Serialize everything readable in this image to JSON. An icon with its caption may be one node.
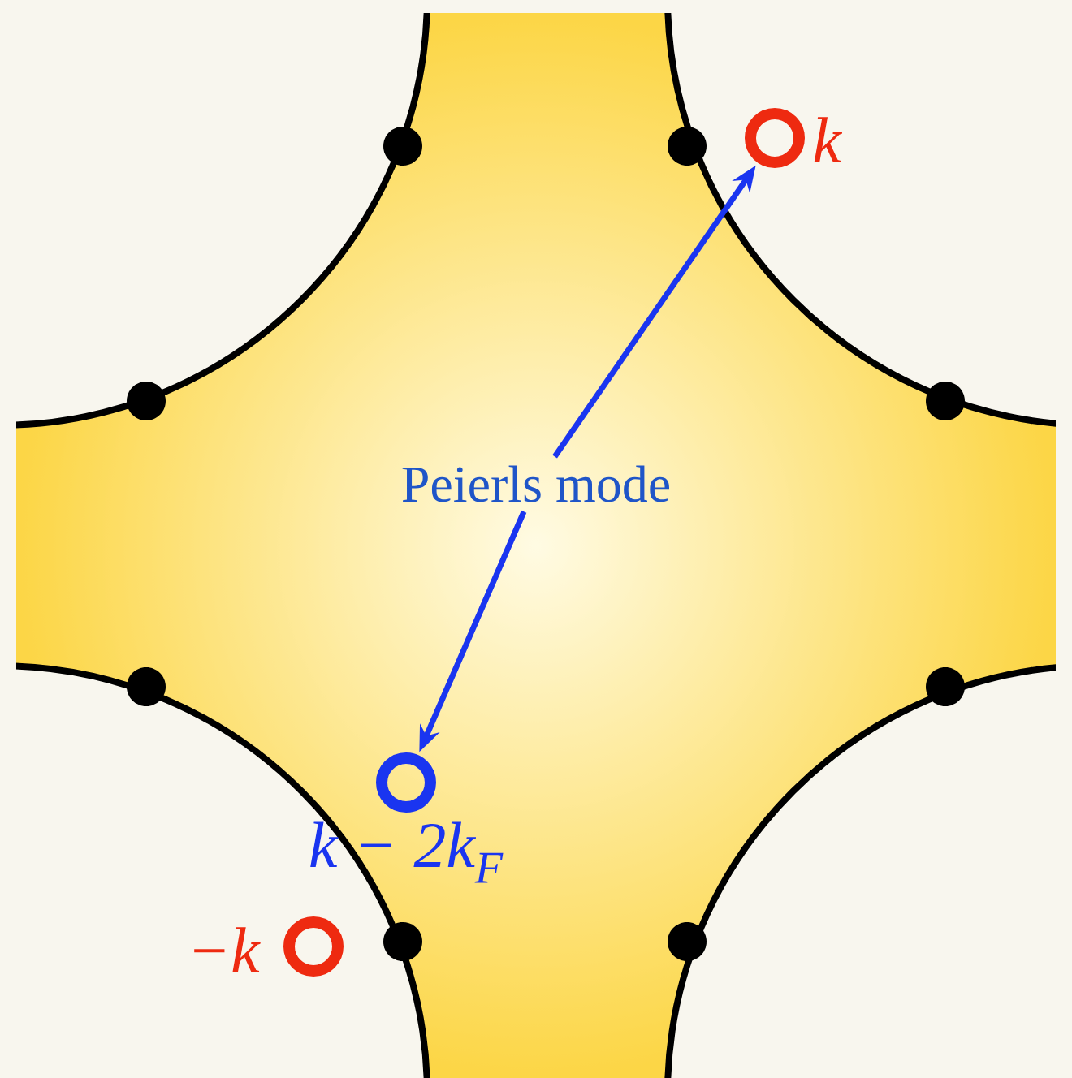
{
  "diagram": {
    "nodes": [
      {
        "text": [
          "Peierls mode"
        ]
      },
      {
        "text": [],
        "shape": "circle",
        "beside": [
          "k"
        ]
      },
      {
        "text": [],
        "shape": "circle",
        "beside": [
          "k − 2k$_{F}$"
        ]
      },
      {
        "text": [],
        "shape": "circle",
        "beside": [
          "−k"
        ]
      }
    ],
    "edges": [
      {
        "from": 0,
        "to": 1,
        "arrow": "to",
        "color": "#1a35f0"
      },
      {
        "from": 0,
        "to": 2,
        "arrow": "to",
        "color": "#1a35f0"
      }
    ]
  }
}
